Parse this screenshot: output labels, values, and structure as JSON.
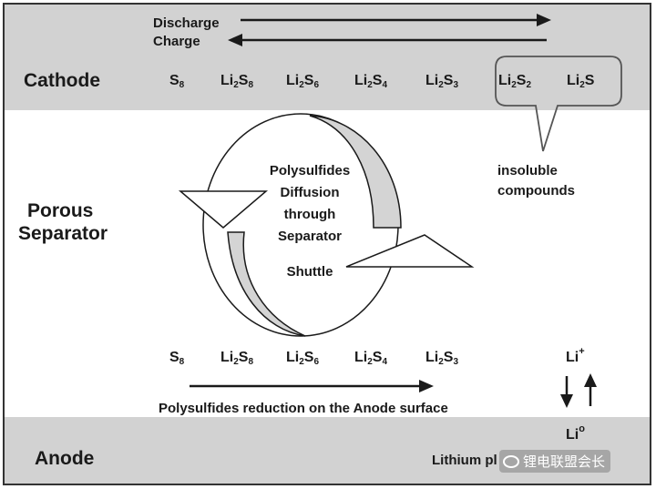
{
  "arrows": {
    "discharge_label": "Discharge",
    "charge_label": "Charge"
  },
  "regions": {
    "cathode": "Cathode",
    "separator_line1": "Porous",
    "separator_line2": "Separator",
    "anode": "Anode"
  },
  "cathode_species": [
    {
      "base": "S",
      "sub": "8",
      "tail": "",
      "tail_sub": ""
    },
    {
      "base": "Li",
      "sub": "2",
      "tail": "S",
      "tail_sub": "8"
    },
    {
      "base": "Li",
      "sub": "2",
      "tail": "S",
      "tail_sub": "6"
    },
    {
      "base": "Li",
      "sub": "2",
      "tail": "S",
      "tail_sub": "4"
    },
    {
      "base": "Li",
      "sub": "2",
      "tail": "S",
      "tail_sub": "3"
    },
    {
      "base": "Li",
      "sub": "2",
      "tail": "S",
      "tail_sub": "2"
    },
    {
      "base": "Li",
      "sub": "2",
      "tail": "S",
      "tail_sub": ""
    }
  ],
  "callout": {
    "line1": "insoluble",
    "line2": "compounds"
  },
  "shuttle": {
    "line1": "Polysulfides",
    "line2": "Diffusion",
    "line3": "through",
    "line4": "Separator",
    "line5": "Shuttle"
  },
  "anode_species": [
    {
      "base": "S",
      "sub": "8",
      "tail": "",
      "tail_sub": ""
    },
    {
      "base": "Li",
      "sub": "2",
      "tail": "S",
      "tail_sub": "8"
    },
    {
      "base": "Li",
      "sub": "2",
      "tail": "S",
      "tail_sub": "6"
    },
    {
      "base": "Li",
      "sub": "2",
      "tail": "S",
      "tail_sub": "4"
    },
    {
      "base": "Li",
      "sub": "2",
      "tail": "S",
      "tail_sub": "3"
    }
  ],
  "reduction_label": "Polysulfides reduction on the Anode surface",
  "lithium": {
    "ion": "Li",
    "ion_charge": "+",
    "metal": "Li",
    "metal_state": "o",
    "plating_label": "Lithium pl"
  },
  "watermark": "锂电联盟会长",
  "colors": {
    "band": "#d2d2d2",
    "ink": "#1a1a1a",
    "shuttle_fill": "#d4d4d4"
  }
}
